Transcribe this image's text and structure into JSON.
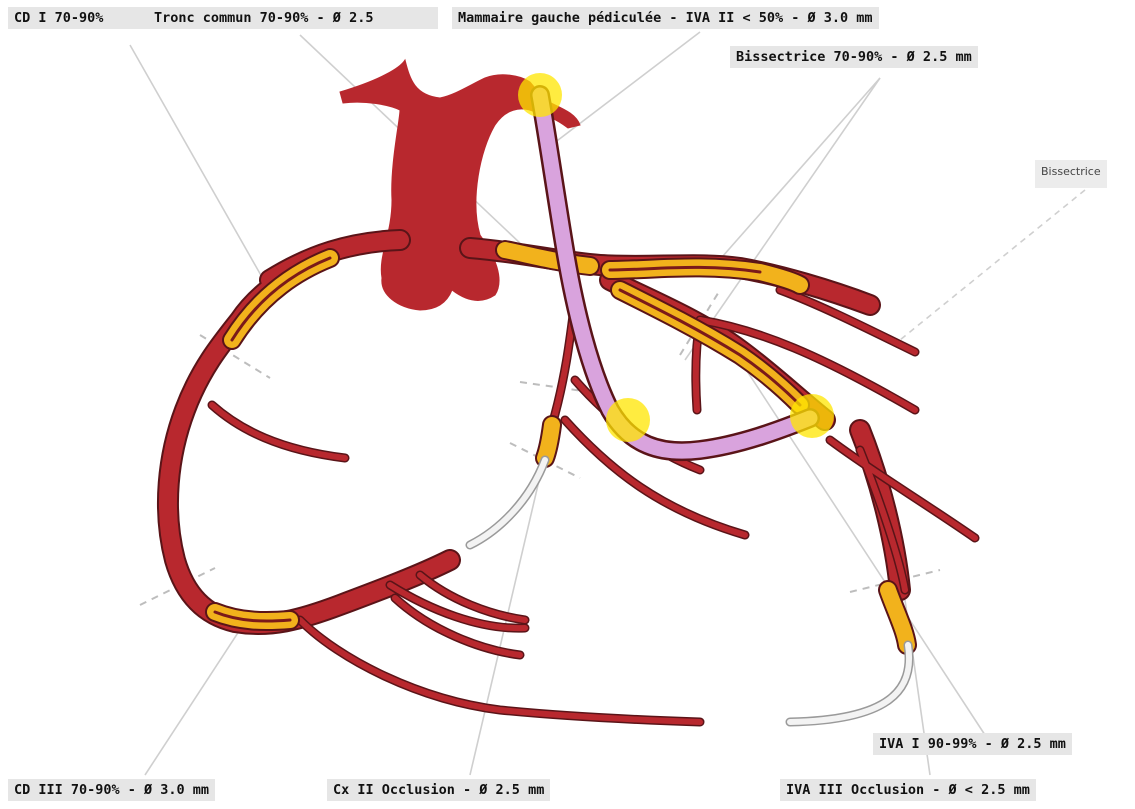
{
  "labels": {
    "cd1": "CD I 70-90%",
    "tronc": "Tronc commun 70-90% - Ø 2.5",
    "mammaire": "Mammaire gauche pédiculée - IVA II < 50% - Ø 3.0 mm",
    "bissectrice_main": "Bissectrice 70-90% - Ø 2.5 mm",
    "bissectrice_small": "Bissectrice",
    "iva1": "IVA I 90-99% - Ø 2.5 mm",
    "cd3": "CD III 70-90% - Ø 3.0 mm",
    "cx2": "Cx II Occlusion - Ø 2.5 mm",
    "iva3": "IVA III Occlusion - Ø < 2.5 mm"
  },
  "colors": {
    "artery": "#b8282e",
    "artery_outline": "#5a1418",
    "stenosis": "#f2b21c",
    "graft": "#d9a3dd",
    "anastomosis": "#ffe600",
    "occluded": "#f3f3f3",
    "leader": "#cfcfcf"
  }
}
